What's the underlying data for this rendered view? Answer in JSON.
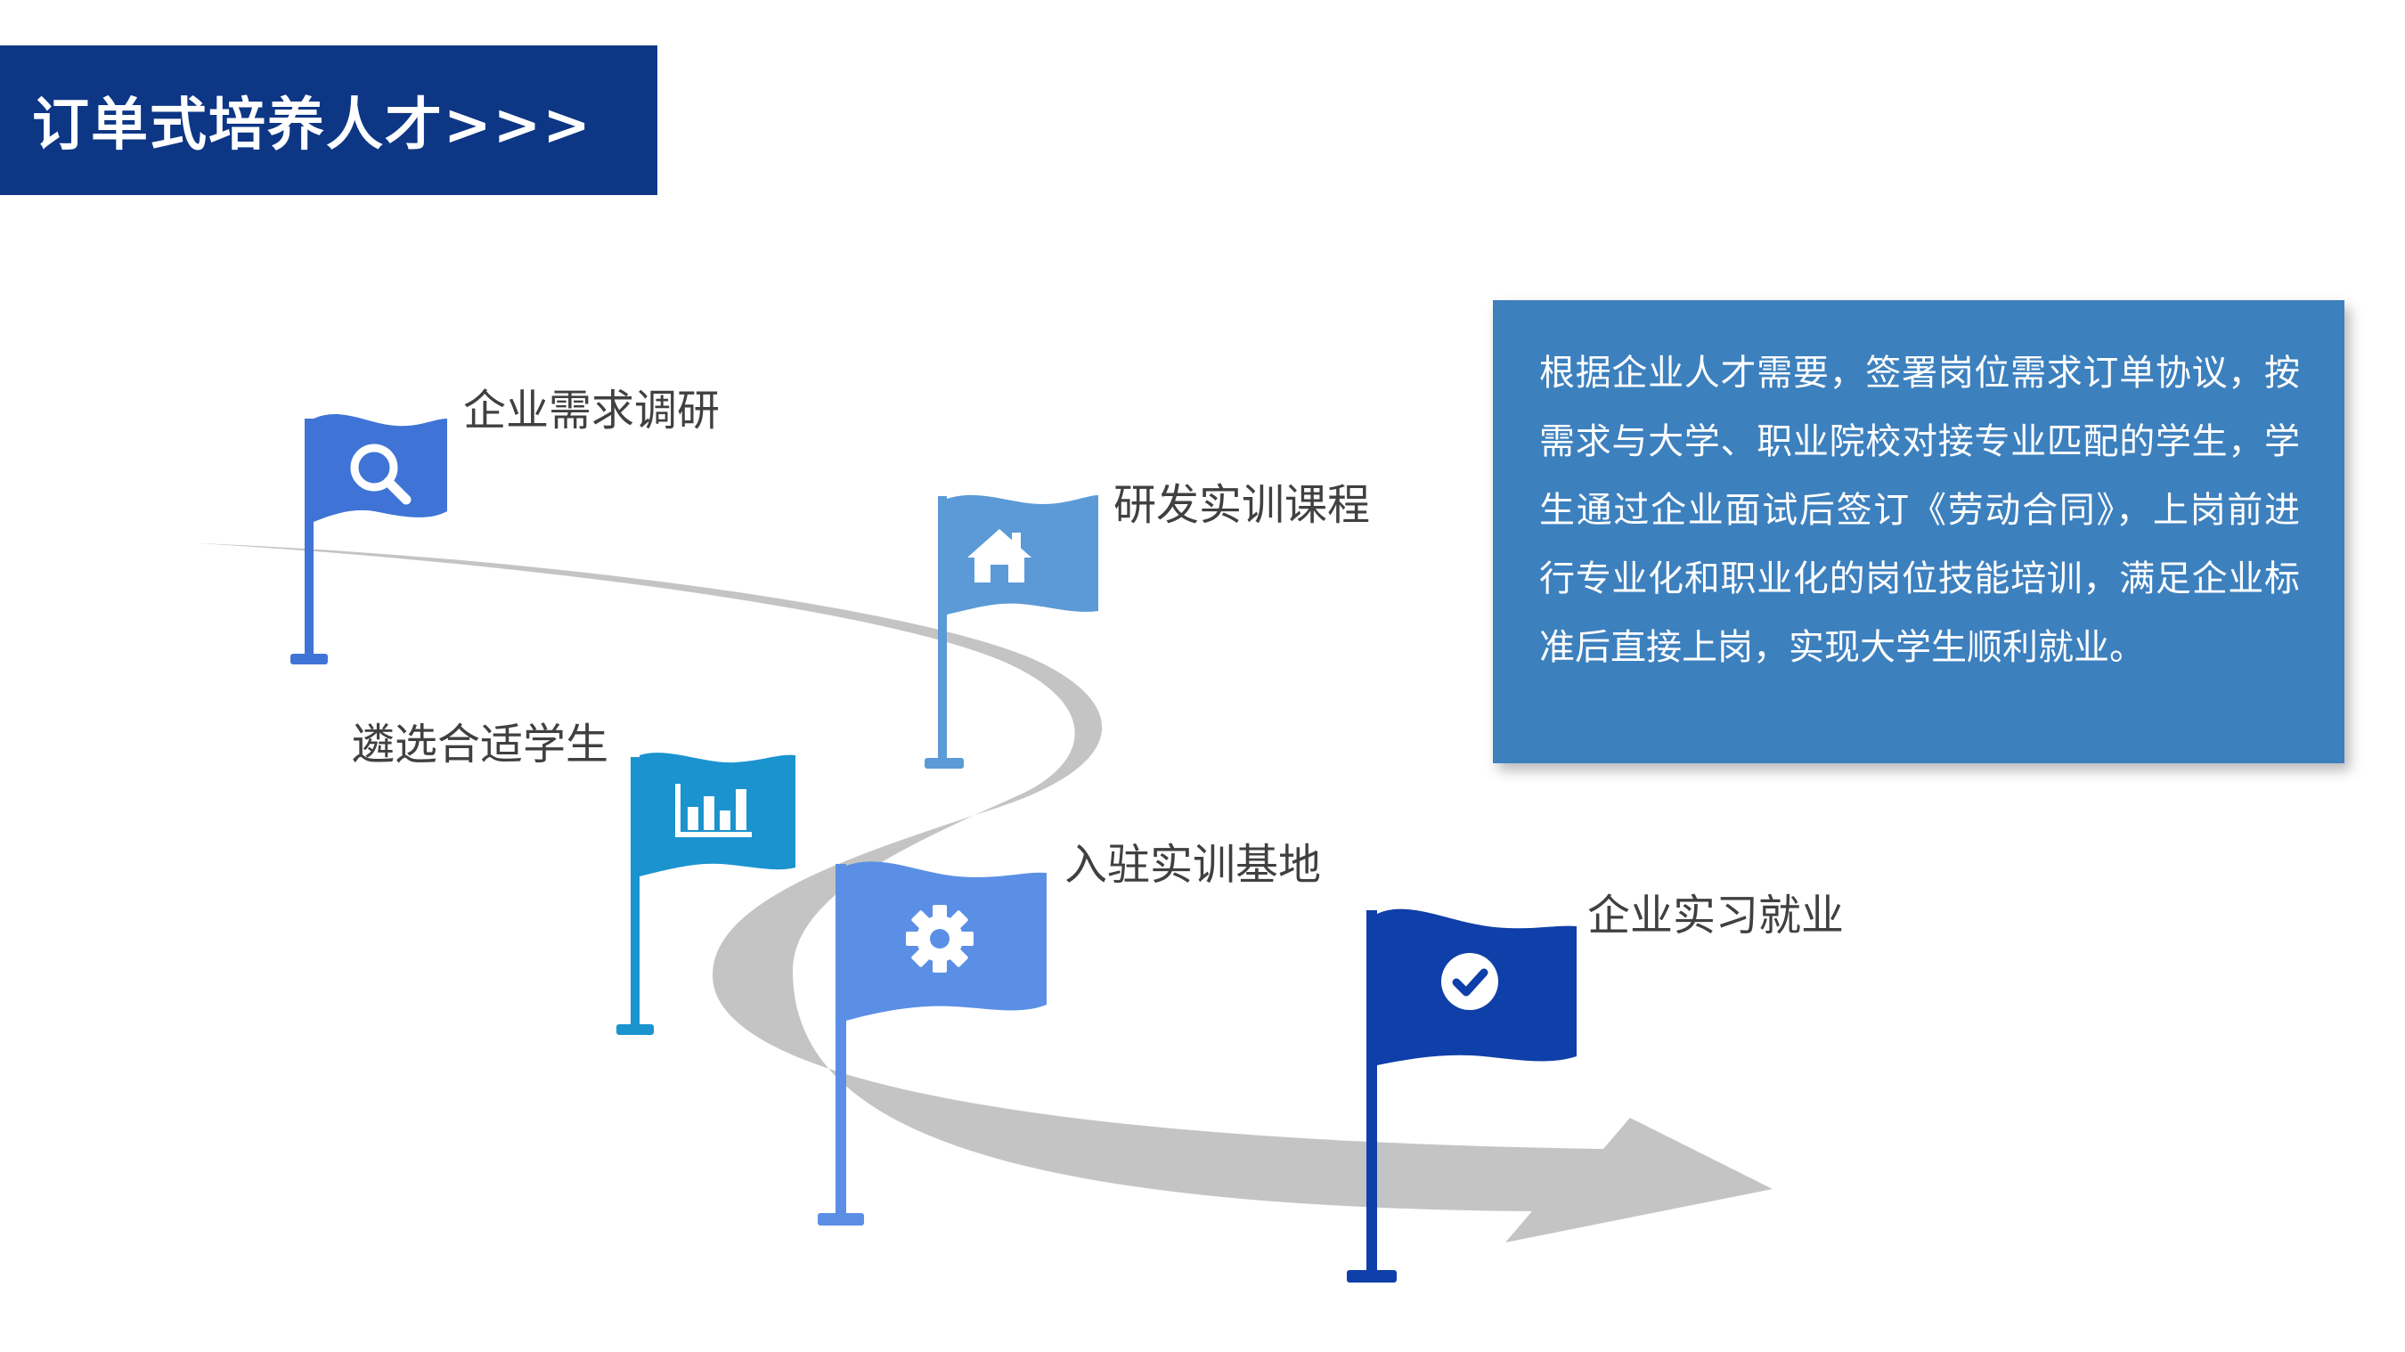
{
  "header": {
    "title": "订单式培养人才>>>"
  },
  "steps": [
    {
      "label": "企业需求调研",
      "icon": "search-icon",
      "color": "#3f74d6"
    },
    {
      "label": "研发实训课程",
      "icon": "home-icon",
      "color": "#5b9ad6"
    },
    {
      "label": "遴选合适学生",
      "icon": "bar-chart-icon",
      "color": "#1b93cf"
    },
    {
      "label": "入驻实训基地",
      "icon": "gear-icon",
      "color": "#5b8fe6"
    },
    {
      "label": "企业实习就业",
      "icon": "check-circle-icon",
      "color": "#0f3fa8"
    }
  ],
  "description": {
    "text": "根据企业人才需要，签署岗位需求订单协议，按需求与大学、职业院校对接专业匹配的学生，学生通过企业面试后签订《劳动合同》，上岗前进行专业化和职业化的岗位技能培训，满足企业标准后直接上岗，实现大学生顺利就业。"
  },
  "colors": {
    "title_bg": "#0d3685",
    "road": "#c4c4c4",
    "desc_bg": "#3d80be"
  }
}
